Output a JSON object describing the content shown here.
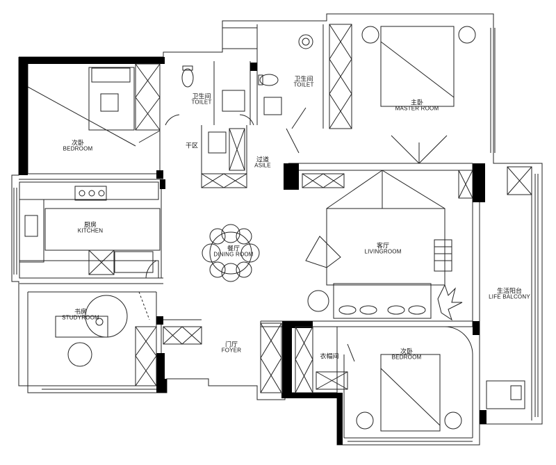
{
  "rooms": {
    "bedroom_nw": {
      "cn": "次卧",
      "en": "BEDROOM"
    },
    "toilet_1": {
      "cn": "卫生间",
      "en": "TOILET"
    },
    "toilet_2": {
      "cn": "卫生间",
      "en": "TOILET"
    },
    "master": {
      "cn": "主卧",
      "en": "MASTER ROOM"
    },
    "dry_area": {
      "cn": "干区",
      "en": ""
    },
    "aisle": {
      "cn": "过道",
      "en": "ASILE"
    },
    "kitchen": {
      "cn": "厨房",
      "en": "KITCHEN"
    },
    "dining": {
      "cn": "餐厅",
      "en": "DINING ROOM"
    },
    "living": {
      "cn": "客厅",
      "en": "LIVINGROOM"
    },
    "balcony": {
      "cn": "生活阳台",
      "en": "LIFE BALCONY"
    },
    "study": {
      "cn": "书房",
      "en": "STUDYROOM"
    },
    "foyer": {
      "cn": "门厅",
      "en": "FOYER"
    },
    "closet": {
      "cn": "衣帽间",
      "en": ""
    },
    "bedroom_s": {
      "cn": "次卧",
      "en": "BEDROOM"
    }
  },
  "colors": {
    "wall": "#000000",
    "line": "#222222",
    "paper": "#ffffff"
  }
}
